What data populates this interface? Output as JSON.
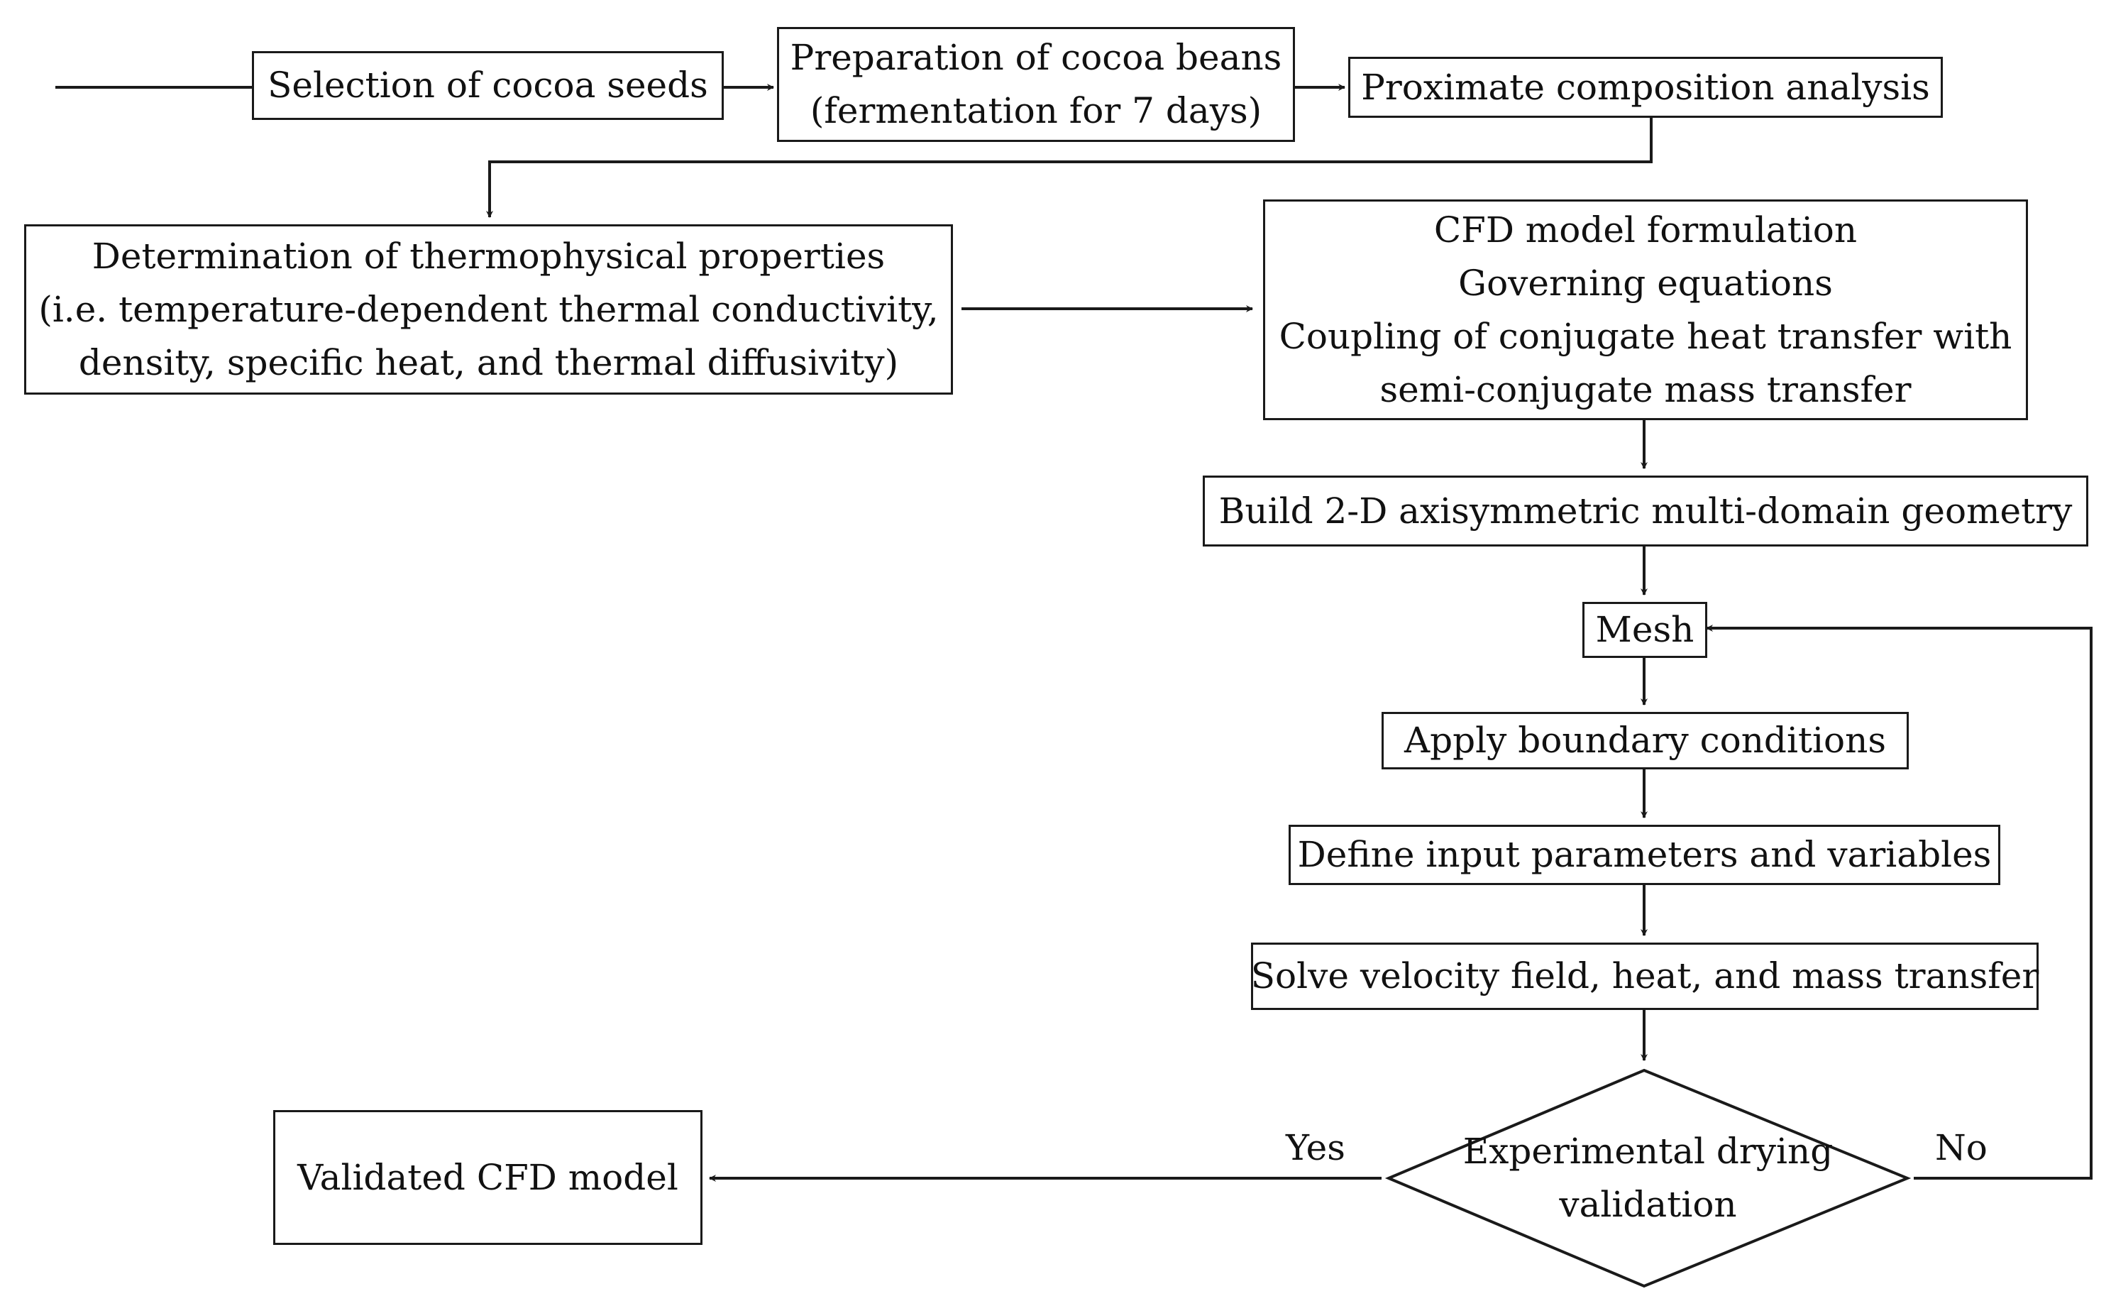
{
  "nodes": {
    "selection": "Selection of cocoa seeds",
    "preparation": [
      "Preparation of cocoa beans",
      "(fermentation for 7 days)"
    ],
    "proximate": "Proximate composition analysis",
    "thermo": [
      "Determination of thermophysical properties",
      "(i.e. temperature-dependent thermal conductivity,",
      "density, specific heat, and thermal diffusivity)"
    ],
    "cfd": [
      "CFD model formulation",
      "Governing equations",
      "Coupling of conjugate heat transfer with",
      "semi-conjugate mass transfer"
    ],
    "geometry": "Build 2-D axisymmetric multi-domain geometry",
    "mesh": "Mesh",
    "boundary": "Apply boundary conditions",
    "inputs": "Define input parameters and variables",
    "solve": "Solve velocity field, heat, and mass transfer",
    "decision": [
      "Experimental drying",
      "validation"
    ],
    "validated": "Validated CFD model"
  },
  "edge_labels": {
    "yes": "Yes",
    "no": "No"
  },
  "colors": {
    "stroke": "#1a1a1a",
    "text": "#111111",
    "background": "#ffffff"
  }
}
